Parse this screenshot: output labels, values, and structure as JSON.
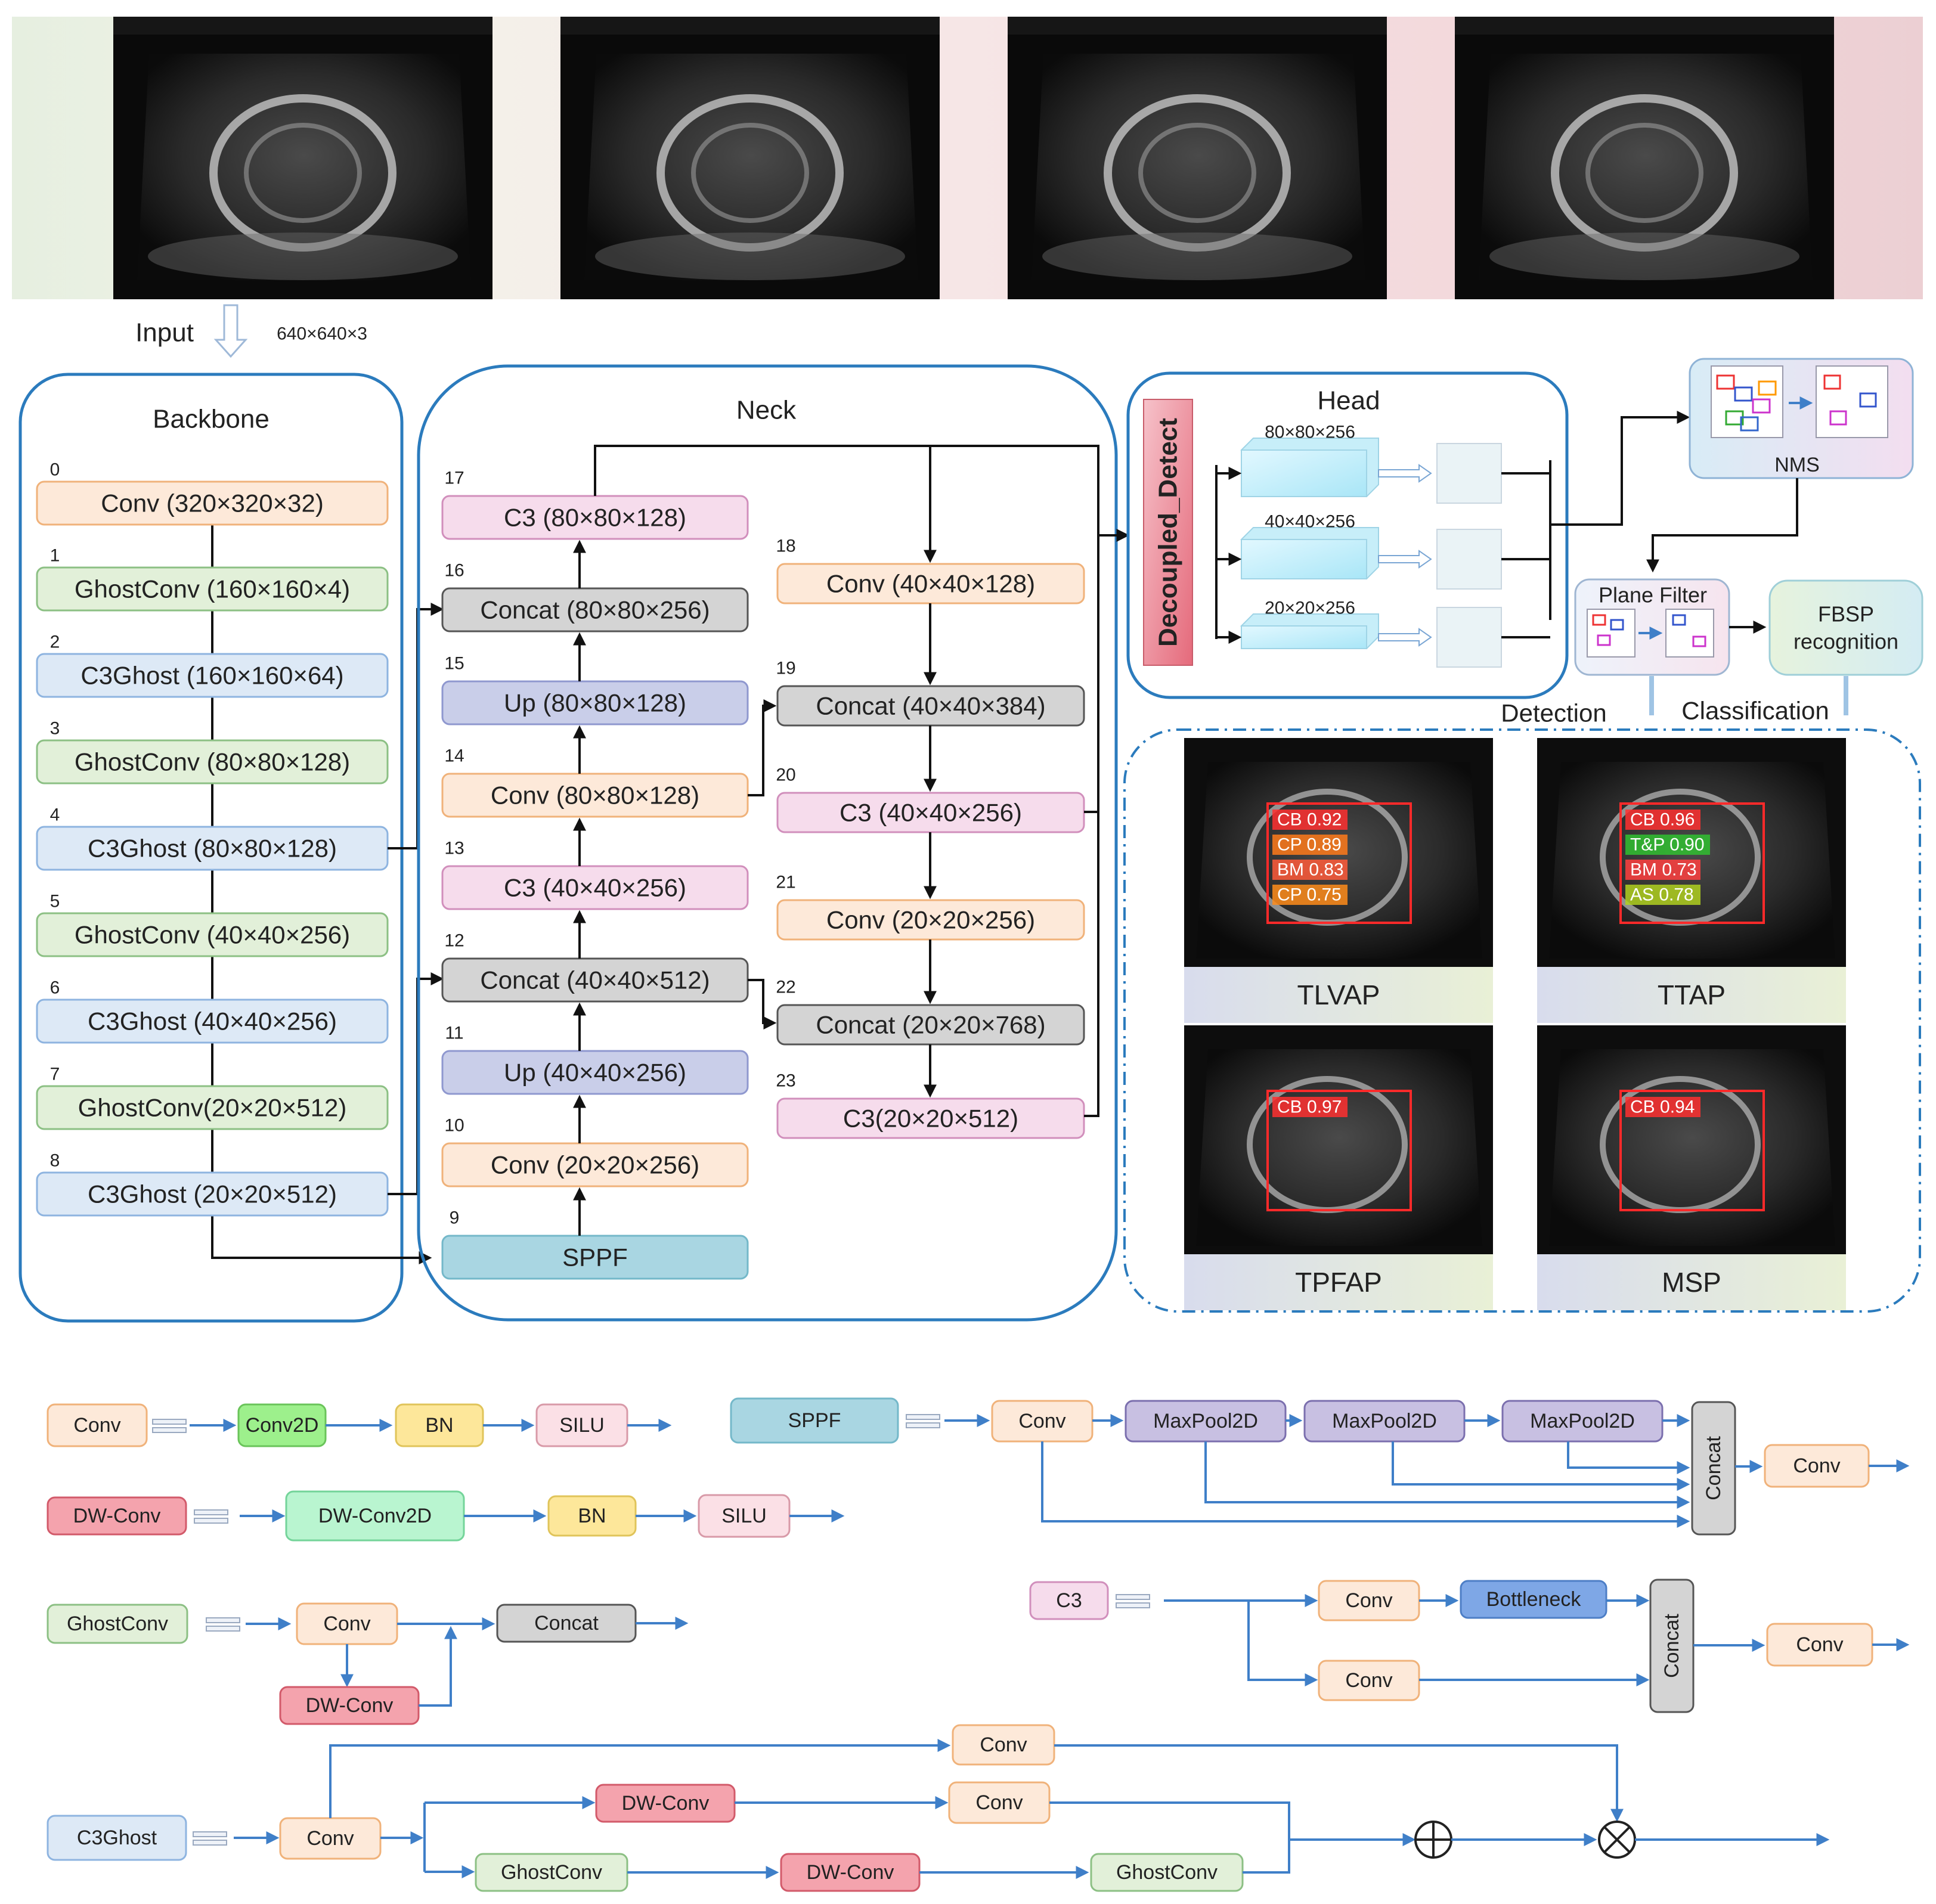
{
  "input": {
    "label": "Input",
    "size": "640×640×3"
  },
  "backbone": {
    "title": "Backbone",
    "layers": [
      {
        "idx": "0",
        "text": "Conv (320×320×32)",
        "color": "conv"
      },
      {
        "idx": "1",
        "text": "GhostConv (160×160×4)",
        "color": "ghost"
      },
      {
        "idx": "2",
        "text": "C3Ghost (160×160×64)",
        "color": "c3ghost"
      },
      {
        "idx": "3",
        "text": "GhostConv (80×80×128)",
        "color": "ghost"
      },
      {
        "idx": "4",
        "text": "C3Ghost (80×80×128)",
        "color": "c3ghost"
      },
      {
        "idx": "5",
        "text": "GhostConv (40×40×256)",
        "color": "ghost"
      },
      {
        "idx": "6",
        "text": "C3Ghost (40×40×256)",
        "color": "c3ghost"
      },
      {
        "idx": "7",
        "text": "GhostConv(20×20×512)",
        "color": "ghost"
      },
      {
        "idx": "8",
        "text": "C3Ghost (20×20×512)",
        "color": "c3ghost"
      }
    ]
  },
  "neck": {
    "title": "Neck",
    "left": [
      {
        "idx": "17",
        "text": "C3 (80×80×128)",
        "color": "c3"
      },
      {
        "idx": "16",
        "text": "Concat (80×80×256)",
        "color": "concat"
      },
      {
        "idx": "15",
        "text": "Up (80×80×128)",
        "color": "up"
      },
      {
        "idx": "14",
        "text": "Conv (80×80×128)",
        "color": "conv"
      },
      {
        "idx": "13",
        "text": "C3 (40×40×256)",
        "color": "c3"
      },
      {
        "idx": "12",
        "text": "Concat (40×40×512)",
        "color": "concat"
      },
      {
        "idx": "11",
        "text": "Up (40×40×256)",
        "color": "up"
      },
      {
        "idx": "10",
        "text": "Conv (20×20×256)",
        "color": "conv"
      },
      {
        "idx": "9",
        "text": "SPPF",
        "color": "sppf"
      }
    ],
    "right": [
      {
        "idx": "18",
        "text": "Conv (40×40×128)",
        "color": "conv"
      },
      {
        "idx": "19",
        "text": "Concat (40×40×384)",
        "color": "concat"
      },
      {
        "idx": "20",
        "text": "C3 (40×40×256)",
        "color": "c3"
      },
      {
        "idx": "21",
        "text": "Conv (20×20×256)",
        "color": "conv"
      },
      {
        "idx": "22",
        "text": "Concat (20×20×768)",
        "color": "concat"
      },
      {
        "idx": "23",
        "text": "C3(20×20×512)",
        "color": "c3"
      }
    ]
  },
  "head": {
    "title": "Head",
    "detect": "Decoupled_Detect",
    "scales": [
      "80×80×256",
      "40×40×256",
      "20×20×256"
    ]
  },
  "post": {
    "nms": "NMS",
    "plane_filter": "Plane Filter",
    "fbsp": [
      "FBSP",
      "recognition"
    ],
    "detection": "Detection",
    "classification": "Classification"
  },
  "results": [
    {
      "label": "TLVAP",
      "dets": [
        {
          "t": "CB 0.92",
          "c": "#ff3030"
        },
        {
          "t": "CP 0.89",
          "c": "#ff7a1a"
        },
        {
          "t": "BM 0.83",
          "c": "#ff5a3a"
        },
        {
          "t": "CP 0.75",
          "c": "#ff8c1a"
        }
      ]
    },
    {
      "label": "TTAP",
      "dets": [
        {
          "t": "CB 0.96",
          "c": "#ff3030"
        },
        {
          "t": "T&P 0.90",
          "c": "#30c030"
        },
        {
          "t": "BM 0.73",
          "c": "#ff4040"
        },
        {
          "t": "AS 0.78",
          "c": "#b0d020"
        }
      ]
    },
    {
      "label": "TPFAP",
      "dets": [
        {
          "t": "CB 0.97",
          "c": "#ff3030"
        }
      ]
    },
    {
      "label": "MSP",
      "dets": [
        {
          "t": "CB 0.94",
          "c": "#ff3030"
        }
      ]
    }
  ],
  "legend": {
    "conv": {
      "title": "Conv",
      "steps": [
        "Conv2D",
        "BN",
        "SILU"
      ]
    },
    "dwconv": {
      "title": "DW-Conv",
      "steps": [
        "DW-Conv2D",
        "BN",
        "SILU"
      ]
    },
    "sppf": {
      "title": "SPPF",
      "conv": "Conv",
      "pool": "MaxPool2D",
      "concat": "Concat",
      "out": "Conv"
    },
    "ghost": {
      "title": "GhostConv",
      "conv": "Conv",
      "dw": "DW-Conv",
      "concat": "Concat"
    },
    "c3": {
      "title": "C3",
      "conv": "Conv",
      "bottleneck": "Bottleneck",
      "concat": "Concat",
      "out": "Conv"
    },
    "c3ghost": {
      "title": "C3Ghost",
      "conv": "Conv",
      "dw": "DW-Conv",
      "ghost": "GhostConv"
    }
  },
  "colors": {
    "conv": [
      "#fde9d9",
      "#f0b27a"
    ],
    "ghost": [
      "#e2f0d9",
      "#8cc084"
    ],
    "c3ghost": [
      "#dde9f6",
      "#8eb4e0"
    ],
    "c3": [
      "#f6dcec",
      "#d18fbc"
    ],
    "concat": [
      "#d4d4d4",
      "#555555"
    ],
    "up": [
      "#c9cee9",
      "#8f98cf"
    ],
    "sppf": [
      "#a9d6e2",
      "#74b8c9"
    ],
    "conv2d": [
      "#9df08c",
      "#6ac45a"
    ],
    "bn": [
      "#fde79a",
      "#e0c45a"
    ],
    "silu": [
      "#fbe0e6",
      "#d89aa8"
    ],
    "dw": [
      "#f4a3ad",
      "#d25a6a"
    ],
    "dwconv2d": [
      "#b9f5d0",
      "#74d49a"
    ],
    "maxpool": [
      "#c8c0e2",
      "#7b6fae"
    ],
    "bottleneck": [
      "#7ea7e6",
      "#4d7ec6"
    ],
    "frame": "#2b7bbd",
    "arrowBlue": "#3f7fc8"
  }
}
